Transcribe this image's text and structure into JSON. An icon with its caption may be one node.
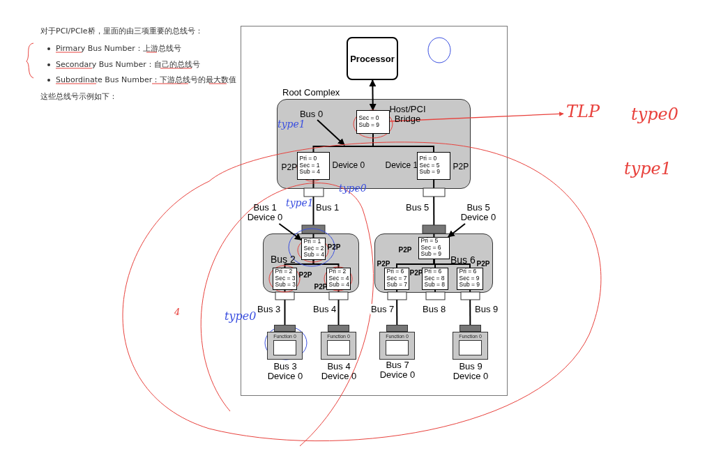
{
  "diagram": {
    "nodes": [
      {
        "text": [
          "Processor"
        ]
      },
      {
        "text": [
          "Root Complex"
        ]
      },
      {
        "text": [
          "Sec = 0",
          "Sub = 9"
        ],
        "in": 1,
        "beside": [
          "Host/PCI Bridge"
        ]
      },
      {
        "text": [
          "Pri = 0",
          "Sec = 1",
          "Sub = 4"
        ],
        "in": 1,
        "beside": [
          "P2P",
          "Device 0"
        ]
      },
      {
        "text": [
          "Pri = 0",
          "Sec = 5",
          "Sub = 9"
        ],
        "in": 1,
        "beside": [
          "Device 1",
          "P2P"
        ]
      },
      {
        "text": [
          "Bus 2"
        ]
      },
      {
        "text": [
          "Pri = 1",
          "Sec = 2",
          "Sub = 4"
        ],
        "in": 5,
        "beside": [
          "P2P"
        ]
      },
      {
        "text": [
          "Pri = 2",
          "Sec = 3",
          "Sub = 3"
        ],
        "in": 5,
        "beside": [
          "P2P"
        ]
      },
      {
        "text": [
          "Pri = 2",
          "Sec = 4",
          "Sub = 4"
        ],
        "in": 5,
        "beside": [
          "P2P"
        ]
      },
      {
        "text": [
          "Bus 6"
        ]
      },
      {
        "text": [
          "Pri = 5",
          "Sec = 6",
          "Sub = 9"
        ],
        "in": 9,
        "beside": [
          "P2P"
        ]
      },
      {
        "text": [
          "Pri = 6",
          "Sec = 7",
          "Sub = 7"
        ],
        "in": 9,
        "beside": [
          "P2P"
        ]
      },
      {
        "text": [
          "Pri = 6",
          "Sec = 8",
          "Sub = 8"
        ],
        "in": 9,
        "beside": [
          "P2P"
        ]
      },
      {
        "text": [
          "Pri = 6",
          "Sec = 9",
          "Sub = 9"
        ],
        "in": 9,
        "beside": [
          "P2P"
        ]
      },
      {
        "text": [
          "Function 0"
        ],
        "beside": [
          "Bus 3 Device 0"
        ]
      },
      {
        "text": [
          "Function 0"
        ],
        "beside": [
          "Bus 4 Device 0"
        ]
      },
      {
        "text": [
          "Function 0"
        ],
        "beside": [
          "Bus 7 Device 0"
        ]
      },
      {
        "text": [
          "Function 0"
        ],
        "beside": [
          "Bus 9 Device 0"
        ]
      },
      {
        "text": [
          "Bus 0"
        ],
        "in": 1
      },
      {
        "text": [
          "Bus 1 Device 0"
        ]
      },
      {
        "text": [
          "Bus 5 Device 0"
        ]
      },
      {
        "text": [
          "TLP"
        ]
      }
    ],
    "edges": [
      {
        "from": 0,
        "to": 2,
        "arrow": "both"
      },
      {
        "from": 2,
        "to": 3,
        "arrow": "none"
      },
      {
        "from": 2,
        "to": 4,
        "arrow": "none"
      },
      {
        "from": 18,
        "to": 2,
        "arrow": "to"
      },
      {
        "from": 3,
        "to": 6,
        "arrow": "none",
        "label": "Bus 1"
      },
      {
        "from": 4,
        "to": 10,
        "arrow": "none",
        "label": "Bus 5"
      },
      {
        "from": 19,
        "to": 6,
        "arrow": "to"
      },
      {
        "from": 20,
        "to": 10,
        "arrow": "to"
      },
      {
        "from": 6,
        "to": 7,
        "arrow": "none"
      },
      {
        "from": 6,
        "to": 8,
        "arrow": "none"
      },
      {
        "from": 10,
        "to": 11,
        "arrow": "none"
      },
      {
        "from": 10,
        "to": 12,
        "arrow": "none"
      },
      {
        "from": 10,
        "to": 13,
        "arrow": "none"
      },
      {
        "from": 7,
        "to": 14,
        "arrow": "none",
        "label": "Bus 3"
      },
      {
        "from": 8,
        "to": 15,
        "arrow": "none",
        "label": "Bus 4"
      },
      {
        "from": 11,
        "to": 16,
        "arrow": "none",
        "label": "Bus 7"
      },
      {
        "from": 13,
        "to": 17,
        "arrow": "none",
        "label": "Bus 9"
      },
      {
        "from": 2,
        "to": 21,
        "arrow": "to",
        "color": "#e8413c"
      }
    ],
    "labels": [
      "对于PCI/PCIe桥，里面的由三项重要的总线号：",
      "Pirmary Bus Number：上游总线号",
      "Secondary Bus Number：自己的总线号",
      "Subordinate Bus Number：下游总线号的最大数值",
      "这些总线号示例如下：",
      "Bus 8",
      "type1",
      "type1",
      "type0",
      "type0",
      "type0",
      "type1",
      "4"
    ]
  }
}
